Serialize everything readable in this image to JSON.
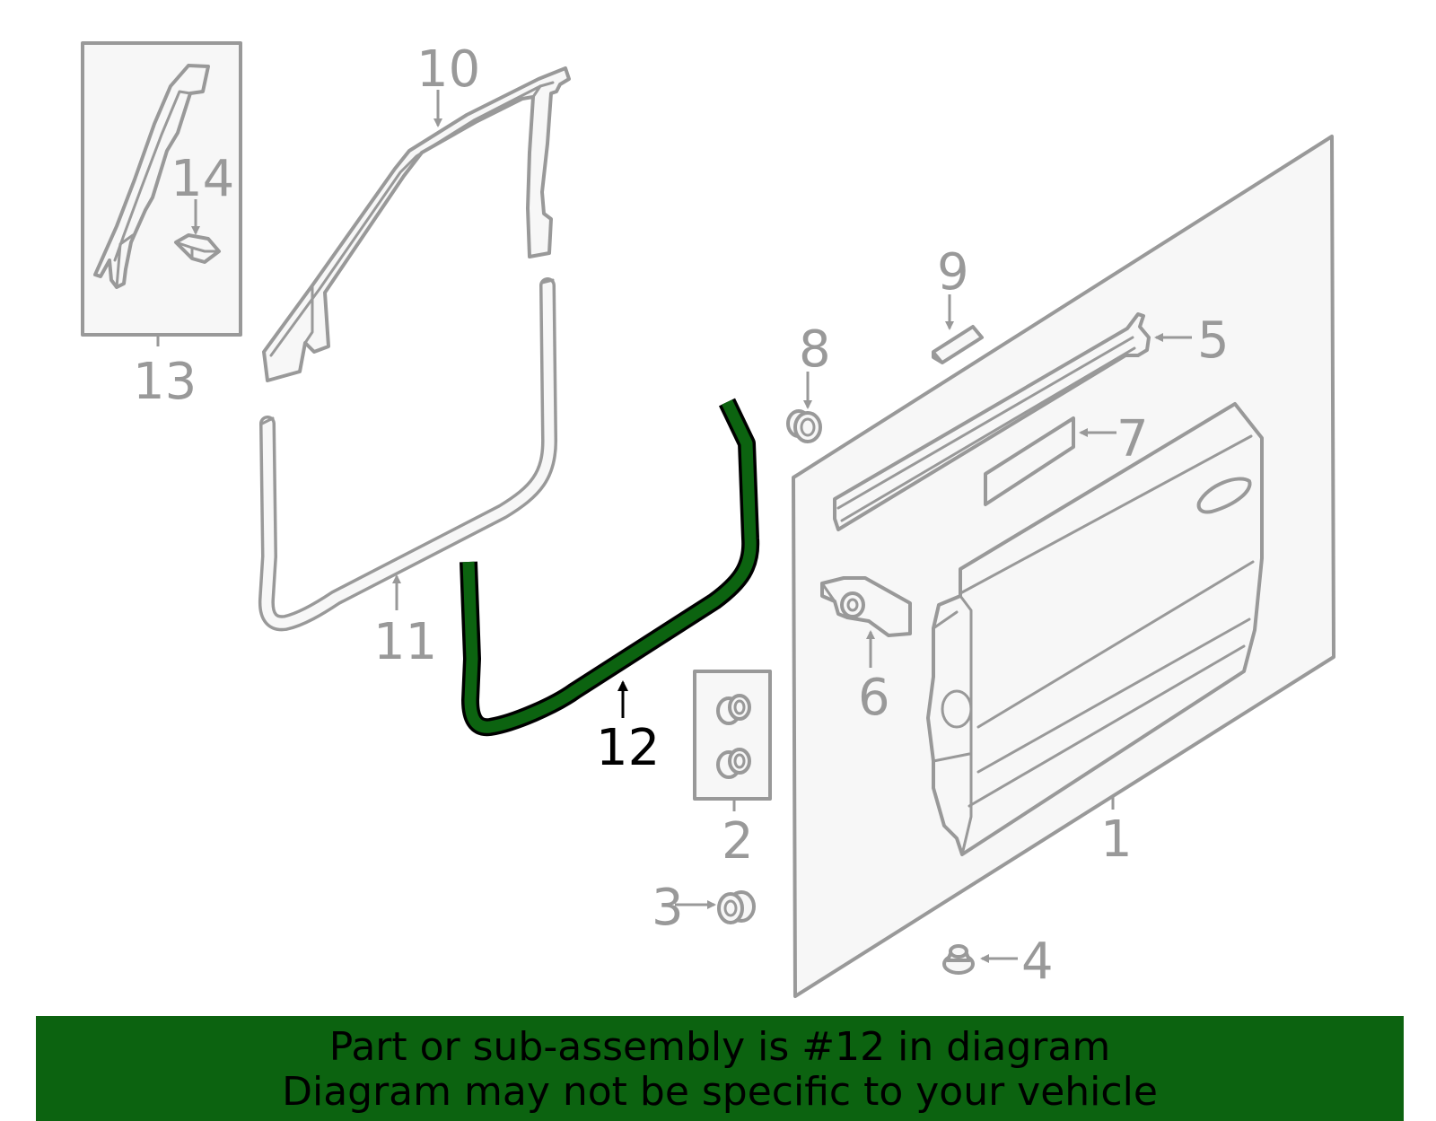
{
  "highlight_color": "#0c6310",
  "callouts": {
    "c1": "1",
    "c2": "2",
    "c3": "3",
    "c4": "4",
    "c5": "5",
    "c6": "6",
    "c7": "7",
    "c8": "8",
    "c9": "9",
    "c10": "10",
    "c11": "11",
    "c12": "12",
    "c13": "13",
    "c14": "14"
  },
  "banner": {
    "line1": "Part or sub-assembly is #12 in diagram",
    "line2": "Diagram may not be specific to your vehicle"
  }
}
